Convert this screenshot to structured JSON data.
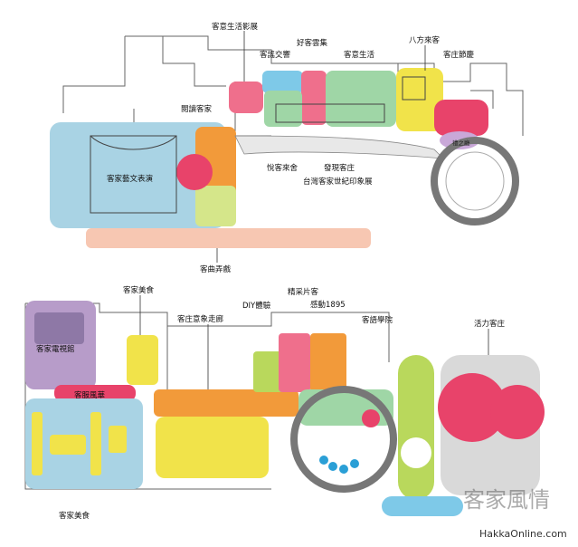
{
  "upper_floor": {
    "zones": [
      {
        "id": "hakka-art-performance",
        "label": "客家藝文表演",
        "color": "#a9d3e4"
      },
      {
        "id": "hakka-life-gallery",
        "label": "客意生活影展",
        "color": "#ffffff"
      },
      {
        "id": "hakka-rhythm",
        "label": "客謠交響",
        "color": "#7ec9e8"
      },
      {
        "id": "good-hakka-gathering",
        "label": "好客雲集",
        "color": "#ef6f8c"
      },
      {
        "id": "hakka-life",
        "label": "客意生活",
        "color": "#9fd6a6"
      },
      {
        "id": "four-directions-hakka",
        "label": "八方來客",
        "color": "#f1e34a"
      },
      {
        "id": "hakka-festival",
        "label": "客庄節慶",
        "color": "#e8436a"
      },
      {
        "id": "reading-hakka",
        "label": "閱讀客家",
        "color": "#f29a3a"
      },
      {
        "id": "joyful-hakka",
        "label": "悅客來舍",
        "color": "#b9d85c"
      },
      {
        "id": "discover-hakka",
        "label": "發現客庄",
        "color": "#ffffff"
      },
      {
        "id": "taiwan-hakka-century",
        "label": "台灣客家世紀印象展",
        "color": "#ffffff"
      },
      {
        "id": "hakka-opera-lane",
        "label": "客曲弄戲",
        "color": "#f7c7b2"
      },
      {
        "id": "small-room",
        "label": "禮之廳",
        "color": "#c9a8d8"
      }
    ]
  },
  "lower_floor": {
    "zones": [
      {
        "id": "hakka-cuisine-top",
        "label": "客家美食",
        "color": "#f1e34a"
      },
      {
        "id": "hakka-tv",
        "label": "客家電視館",
        "color": "#b79cc9"
      },
      {
        "id": "hakka-style",
        "label": "客服風華",
        "color": "#e8436a"
      },
      {
        "id": "hakka-cuisine-bottom",
        "label": "客家美食",
        "color": "#a9d3e4"
      },
      {
        "id": "hakka-image-corridor",
        "label": "客庄意象走廊",
        "color": "#f29a3a"
      },
      {
        "id": "diy",
        "label": "DIY體驗",
        "color": "#b9d85c"
      },
      {
        "id": "highlights",
        "label": "精采片客",
        "color": "#ef6f8c"
      },
      {
        "id": "moved-1895",
        "label": "感動1895",
        "color": "#f29a3a"
      },
      {
        "id": "hakka-language-academy",
        "label": "客語學院",
        "color": "#9fd6a6"
      },
      {
        "id": "vibrant-hakka-village",
        "label": "活力客庄",
        "color": "#d9d9d9"
      }
    ]
  },
  "watermark": {
    "text": "HakkaOnline.com",
    "logo_text": "客家風情"
  }
}
